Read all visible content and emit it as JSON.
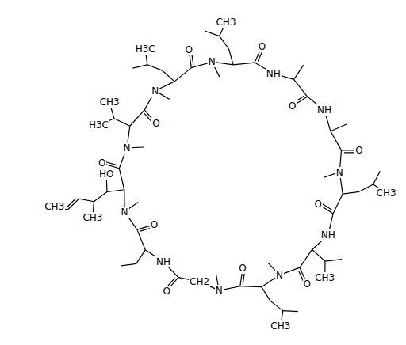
{
  "diagram": {
    "labels": [
      "N",
      "O",
      "CH3",
      "NH",
      "O",
      "NH",
      "O",
      "N",
      "O",
      "CH3",
      "NH",
      "O",
      "CH3",
      "N",
      "O",
      "CH3",
      "N",
      "CH2",
      "O",
      "NH",
      "O",
      "N",
      "O",
      "HO",
      "CH3",
      "CH3",
      "N",
      "O",
      "H3C",
      "CH3",
      "N",
      "O",
      "H3C"
    ]
  }
}
